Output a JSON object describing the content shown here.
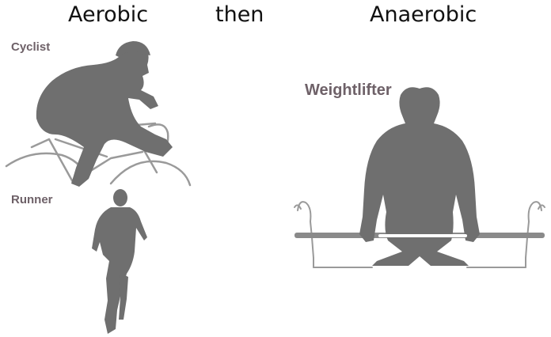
{
  "headings": {
    "aerobic": "Aerobic",
    "then": "then",
    "anaerobic": "Anaerobic"
  },
  "figures": {
    "cyclist": {
      "label": "Cyclist",
      "icon": "cyclist-silhouette"
    },
    "runner": {
      "label": "Runner",
      "icon": "runner-silhouette"
    },
    "weightlifter": {
      "label": "Weightlifter",
      "icon": "weightlifter-silhouette"
    }
  },
  "colors": {
    "silhouette": "#6f6f6f",
    "label": "#6e6168",
    "heading": "#111111",
    "outline": "#9a9a9a"
  }
}
